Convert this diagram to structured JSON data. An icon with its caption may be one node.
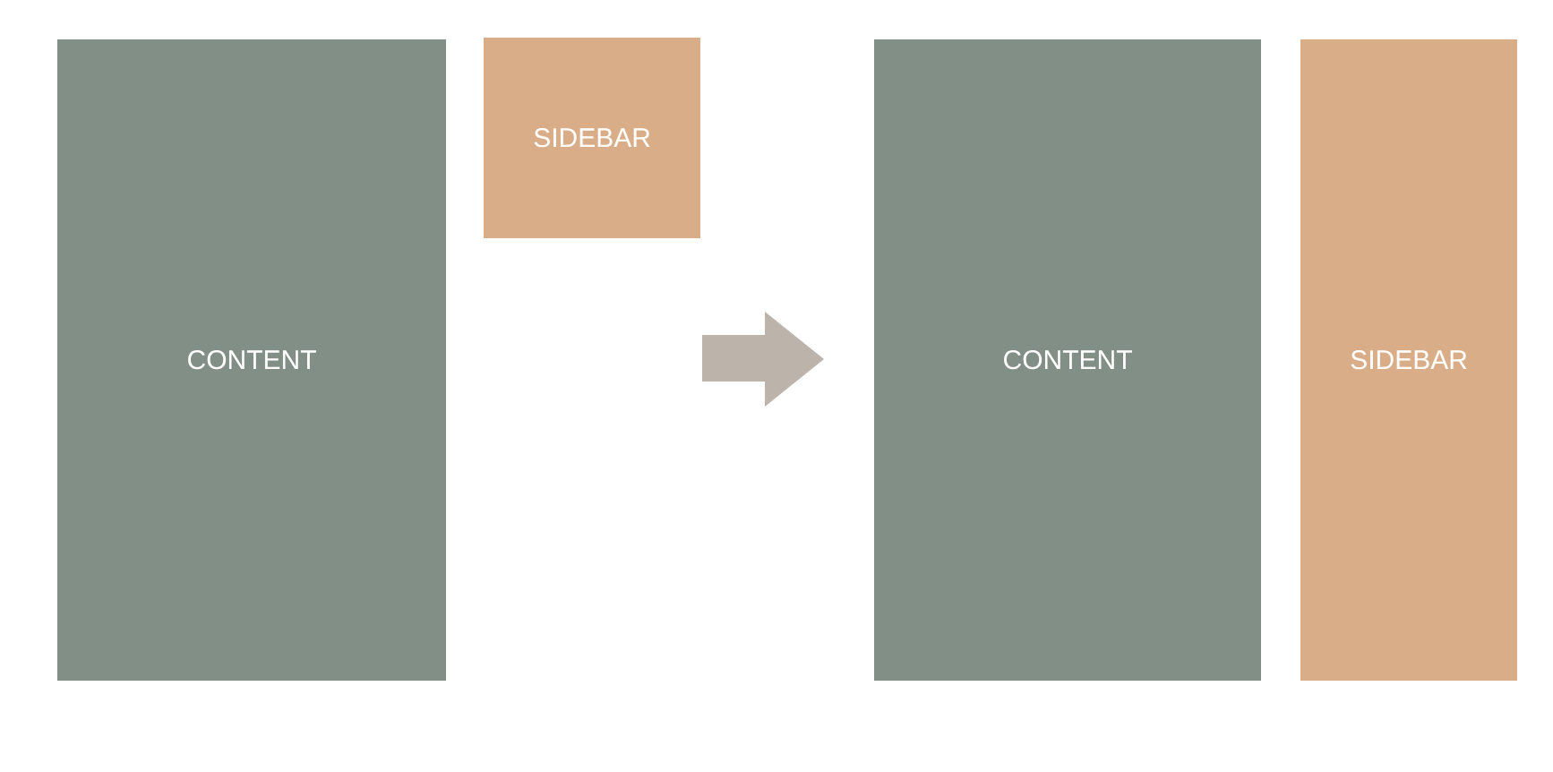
{
  "diagram": {
    "nodes": [
      {
        "text": [
          "CONTENT"
        ]
      },
      {
        "text": [
          "SIDEBAR"
        ]
      },
      {
        "text": [
          "CONTENT"
        ]
      },
      {
        "text": [
          "SIDEBAR"
        ]
      }
    ]
  }
}
